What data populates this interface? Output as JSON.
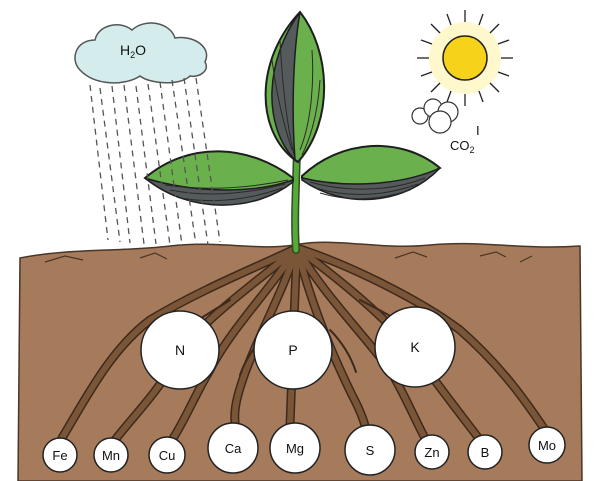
{
  "colors": {
    "soil": "#a67b5b",
    "soil_dark": "#8c6245",
    "root": "#7a5537",
    "root_outline": "#3d2a1c",
    "leaf_green": "#6ab04c",
    "leaf_dark": "#555a5c",
    "stem": "#58a83b",
    "cloud": "#d4ecec",
    "rain": "#555555",
    "sun": "#f7d21b",
    "sun_rays": "#222222",
    "nutrient_fill": "#ffffff"
  },
  "rain_cloud": {
    "base": "H",
    "subscript": "2",
    "tail": "O"
  },
  "sun_label": "I",
  "co2_label": {
    "base": "CO",
    "subscript": "2"
  },
  "major_nutrients": [
    "N",
    "P",
    "K"
  ],
  "minor_nutrients": [
    "Fe",
    "Mn",
    "Cu",
    "Ca",
    "Mg",
    "S",
    "Zn",
    "B",
    "Mo"
  ]
}
